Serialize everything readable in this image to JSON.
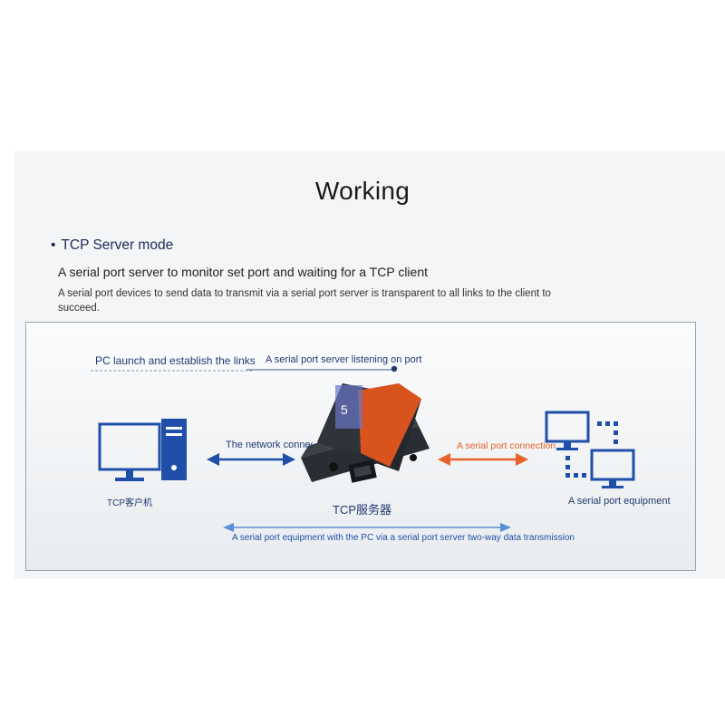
{
  "heading": "Working",
  "mode": {
    "bullet": "•",
    "title": "TCP Server mode",
    "subtitle": "A serial port server to monitor set port and waiting for a TCP client",
    "description": "A serial port devices to send data to transmit via a serial port server is transparent to all links to the client to succeed."
  },
  "diagram": {
    "pc_launch_label": "PC launch and establish the links",
    "server_listen_label": "A serial port server listening on port",
    "network_connection_label": "The network connection",
    "serial_connection_label": "A serial port connection",
    "tcp_client_label": "TCP客户机",
    "tcp_server_label": "TCP服务器",
    "serial_equipment_label": "A serial port equipment",
    "two_way_label": "A serial port equipment with the PC via a serial port server two-way data transmission",
    "overlay_badge": "5"
  },
  "colors": {
    "blue": "#1f4fa8",
    "orange": "#e8602a",
    "device_body": "#d9531e",
    "device_panel": "#2b2f36"
  },
  "icons": [
    "desktop-pc-icon",
    "serial-server-device-icon",
    "monitor-icon"
  ]
}
